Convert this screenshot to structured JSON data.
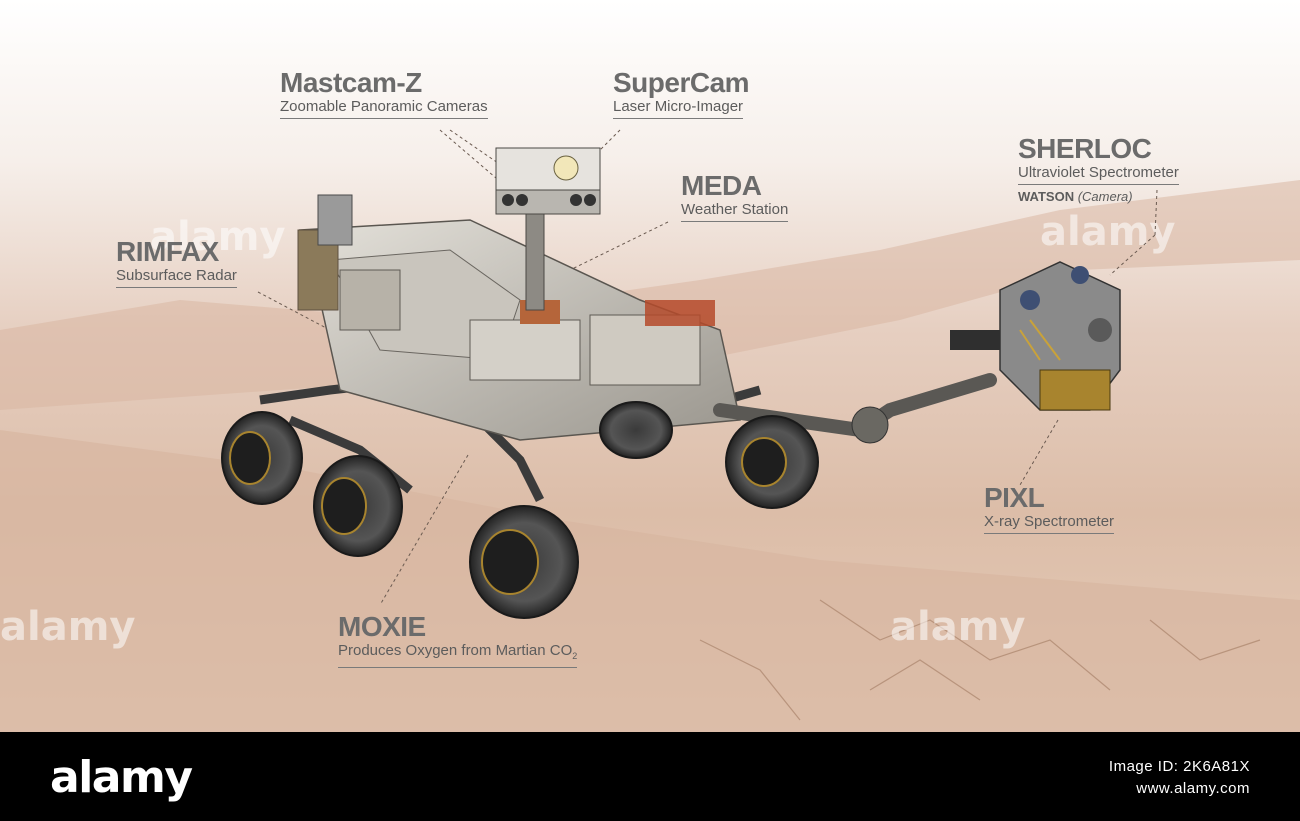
{
  "labels": {
    "mastcam": {
      "title": "Mastcam-Z",
      "subtitle": "Zoomable Panoramic Cameras"
    },
    "supercam": {
      "title": "SuperCam",
      "subtitle": "Laser Micro-Imager"
    },
    "meda": {
      "title": "MEDA",
      "subtitle": "Weather Station"
    },
    "sherloc": {
      "title": "SHERLOC",
      "subtitle": "Ultraviolet Spectrometer",
      "note_bold": "WATSON",
      "note_italic": "(Camera)"
    },
    "rimfax": {
      "title": "RIMFAX",
      "subtitle": "Subsurface Radar"
    },
    "pixl": {
      "title": "PIXL",
      "subtitle": "X-ray Spectrometer"
    },
    "moxie": {
      "title": "MOXIE",
      "subtitle": "Produces Oxygen from Martian CO",
      "subtitle_sub": "2"
    }
  },
  "watermark": {
    "text": "alamy"
  },
  "footer": {
    "logo": "alamy",
    "image_id": "Image ID: 2K6A81X",
    "site": "www.alamy.com"
  },
  "colors": {
    "sky": "#ffffff",
    "haze": "#efe1d8",
    "ground": "#d9b8a2",
    "ground_dark": "#b8917a",
    "label": "#6b6b6b",
    "footer": "#000000"
  }
}
